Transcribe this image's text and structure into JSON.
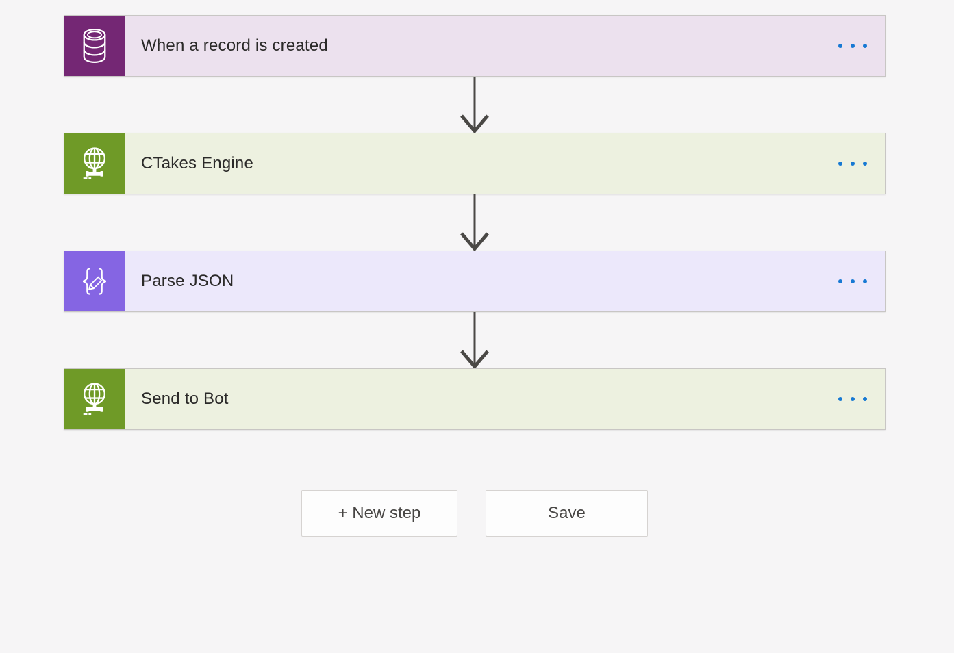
{
  "workflow": {
    "steps": [
      {
        "title": "When a record is created",
        "icon": "database-icon",
        "tile_color": "#742774",
        "body_color": "#ece1ee",
        "menu_icon": "ellipsis-icon"
      },
      {
        "title": "CTakes Engine",
        "icon": "globe-connector-icon",
        "tile_color": "#6f9a27",
        "body_color": "#edf1e0",
        "menu_icon": "ellipsis-icon"
      },
      {
        "title": "Parse JSON",
        "icon": "braces-pencil-icon",
        "tile_color": "#8565e3",
        "body_color": "#ece8fb",
        "menu_icon": "ellipsis-icon"
      },
      {
        "title": "Send to Bot",
        "icon": "globe-connector-icon",
        "tile_color": "#6f9a27",
        "body_color": "#edf1e0",
        "menu_icon": "ellipsis-icon"
      }
    ],
    "connector": {
      "type": "arrow-down",
      "color": "#4a4845",
      "count": 3
    },
    "menu_dots_color": "#1779d3"
  },
  "actions": {
    "new_step_label": "+ New step",
    "save_label": "Save"
  },
  "colors": {
    "page_background": "#f6f5f6",
    "card_border": "#c8c6c4",
    "title_text": "#2b2a29",
    "button_background": "#fdfdfd",
    "button_border": "#d6d3d1",
    "button_text": "#484644"
  }
}
